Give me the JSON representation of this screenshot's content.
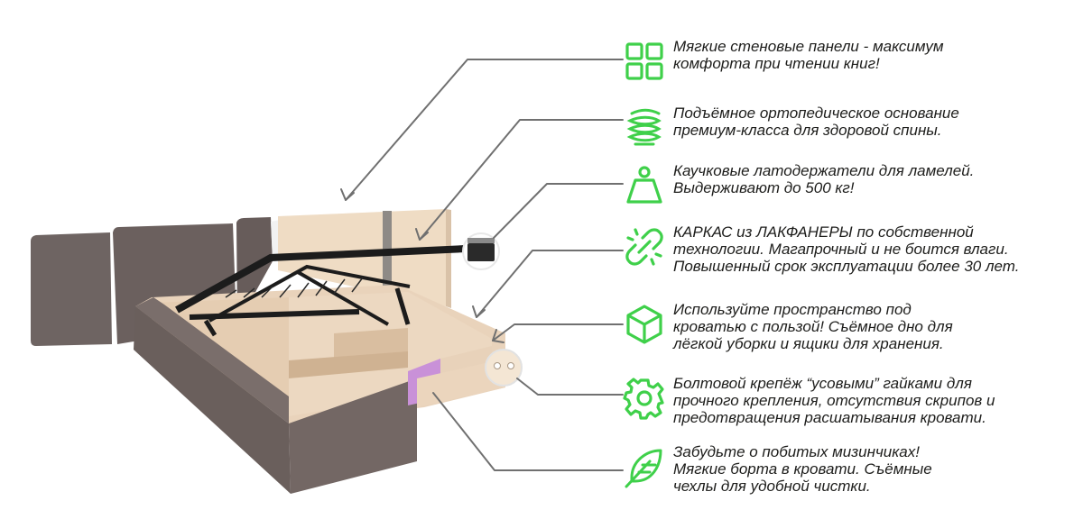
{
  "colors": {
    "accent_green": "#3fd04a",
    "accent_purple": "#c991d8",
    "leader_line": "#707070",
    "upholstery": "#6b5f5d",
    "wood": "#eed9c3",
    "metal": "#1c1c1c"
  },
  "features": [
    {
      "icon": "wall-panels-icon",
      "text": "Мягкие стеновые панели - максимум\nкомфорта при чтении книг!"
    },
    {
      "icon": "orthopedic-base-icon",
      "text": "Подъёмное ортопедическое основание\nпремиум-класса для здоровой спины."
    },
    {
      "icon": "weight-icon",
      "text": "Каучковые латодержатели для ламелей.\nВыдерживают до 500 кг!"
    },
    {
      "icon": "chain-link-icon",
      "text": "КАРКАС из ЛАКФАНЕРЫ по собственной\nтехнологии. Магапрочный и не боится влаги.\nПовышенный срок эксплуатации более 30 лет."
    },
    {
      "icon": "box-icon",
      "text": "Используйте пространство под\nкроватью с пользой! Съёмное дно для\nлёгкой уборки и ящики для хранения."
    },
    {
      "icon": "gear-icon",
      "text": "Болтовой крепёж “усовыми” гайками для\nпрочного крепления, отсутствия скрипов и\nпредотвращения расшатывания кровати."
    },
    {
      "icon": "feather-icon",
      "text": "Забудьте о побитых мизинчиках!\nМягкие борта в кровати. Съёмные\nчехлы для удобной чистки."
    }
  ]
}
